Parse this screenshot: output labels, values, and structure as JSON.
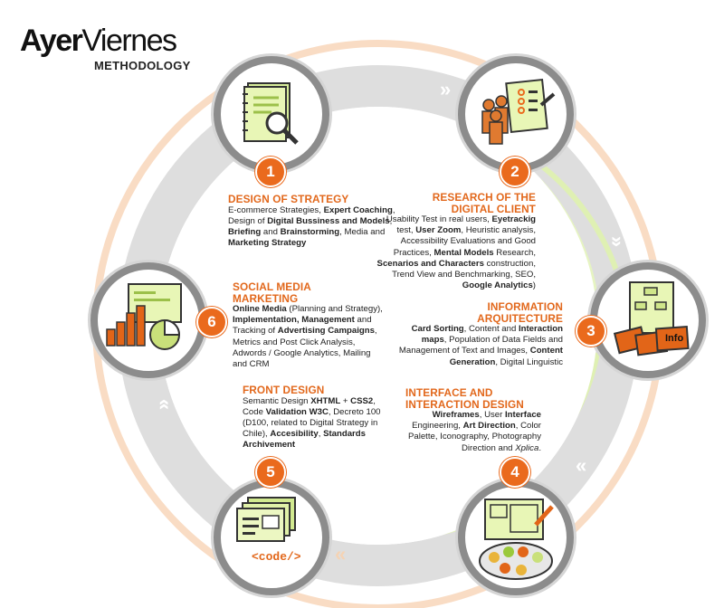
{
  "logo": {
    "brand_bold": "Ayer",
    "brand_light": "Viernes",
    "subtitle": "METHODOLOGY"
  },
  "steps": [
    {
      "number": "1",
      "icon": "notebook-magnifier-icon",
      "title": "DESIGN OF STRATEGY",
      "body": [
        "E-commerce Strategies, ",
        "<b>Expert Coaching</b>",
        ", Design of ",
        "<b>Digital Bussiness and Models</b>",
        ", ",
        "<b>Briefing</b>",
        " and ",
        "<b>Brainstorming</b>",
        ", Media and ",
        "<b>Marketing Strategy</b>"
      ]
    },
    {
      "number": "2",
      "icon": "people-checklist-icon",
      "title_lines": [
        "RESEARCH OF THE",
        "DIGITAL CLIENT"
      ],
      "body": [
        "Usability Test in real users, ",
        "<b>Eyetrackig</b>",
        " test, ",
        "<b>User Zoom</b>",
        ", Heuristic analysis, Accessibility Evaluations and Good Practices, ",
        "<b>Mental Models</b>",
        " Research, ",
        "<b>Scenarios and Characters</b>",
        " construction, Trend View and Benchmarking, SEO, ",
        "<b>Google Analytics</b>",
        ")"
      ]
    },
    {
      "number": "3",
      "icon": "sitemap-cards-icon",
      "title_lines": [
        "INFORMATION",
        "ARQUITECTURE"
      ],
      "card_label": "Info",
      "body": [
        "<b>Card Sorting</b>",
        ", Content and ",
        "<b>Interaction maps</b>",
        ", Population of Data Fields and Management of Text and Images, ",
        "<b>Content Generation</b>",
        ", Digital Linguistic"
      ]
    },
    {
      "number": "4",
      "icon": "wireframe-palette-icon",
      "title_lines": [
        "INTERFACE AND",
        "INTERACTION DESIGN"
      ],
      "body": [
        "<b>Wireframes</b>",
        ", User ",
        "<b>Interface</b>",
        " Engineering, ",
        "<b>Art Direction</b>",
        ", Color Palette, Iconography, Photography Direction and ",
        "<i>Xplica</i>",
        "."
      ]
    },
    {
      "number": "5",
      "icon": "code-pages-icon",
      "title": "FRONT DESIGN",
      "code_label": "<code/>",
      "body": [
        "Semantic Design ",
        "<b>XHTML</b>",
        " + ",
        "<b>CSS2</b>",
        ", Code ",
        "<b>Validation W3C</b>",
        ", Decreto 100 (D100, related to Digital Strategy in Chile), ",
        "<b>Accesibility</b>",
        ", ",
        "<b>Standards Archivement</b>"
      ]
    },
    {
      "number": "6",
      "icon": "chart-browser-icon",
      "title_lines": [
        "SOCIAL MEDIA",
        "MARKETING"
      ],
      "body": [
        "<b>Online Media</b>",
        " (Planning and Strategy), ",
        "<b>Implementation, Management</b>",
        " and Tracking of ",
        "<b>Advertising Campaigns</b>",
        ", Metrics and Post Click Analysis, Adwords / Google Analytics, Mailing and CRM"
      ]
    }
  ],
  "colors": {
    "accent": "#ea6a1d",
    "ring_gray": "#d9d9d9",
    "ring_green": "#d9eeaa",
    "circle_border": "#8c8c8c"
  }
}
